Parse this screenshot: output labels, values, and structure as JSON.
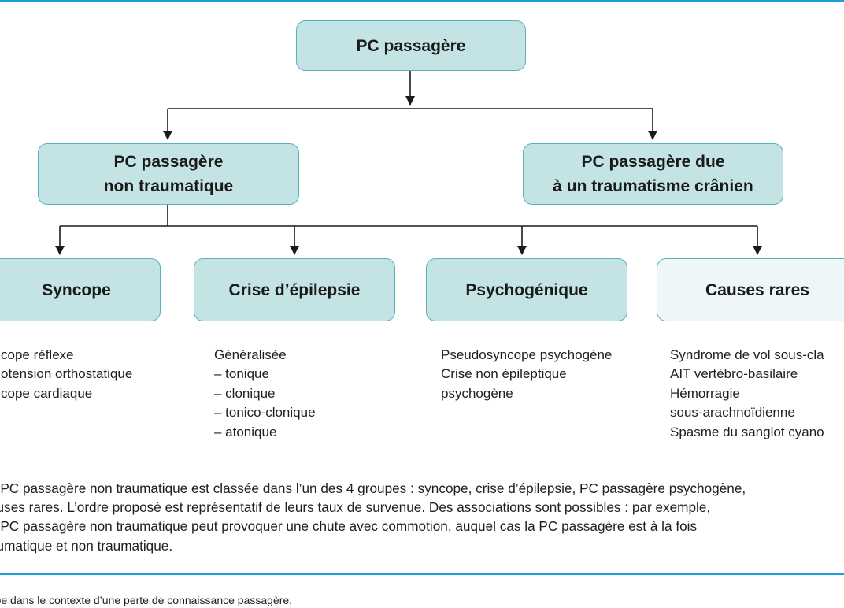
{
  "diagram": {
    "root": {
      "label": "PC passagère"
    },
    "level1": [
      {
        "lines": [
          "PC passagère",
          "non traumatique"
        ]
      },
      {
        "lines": [
          "PC passagère due",
          "à un traumatisme crânien"
        ]
      }
    ],
    "groups": [
      {
        "label": "Syncope",
        "items": [
          "cope réflexe",
          "otension orthostatique",
          "cope cardiaque"
        ]
      },
      {
        "label": "Crise d’épilepsie",
        "items": [
          "Généralisée",
          "– tonique",
          "– clonique",
          "– tonico-clonique",
          "– atonique"
        ]
      },
      {
        "label": "Psychogénique",
        "items": [
          "Pseudosyncope psychogène",
          "Crise non épileptique",
          "psychogène"
        ]
      },
      {
        "label": "Causes rares",
        "items": [
          "Syndrome de vol sous-cla",
          "AIT vertébro-basilaire",
          "Hémorragie",
          "sous-arachnoïdienne",
          "Spasme du sanglot cyano"
        ]
      }
    ]
  },
  "note": {
    "lines": [
      "a PC passagère non traumatique est classée dans l’un des 4 groupes : syncope, crise d’épilepsie, PC passagère psychogène,",
      "auses rares. L’ordre proposé est représentatif de leurs taux de survenue. Des associations sont possibles : par exemple,",
      "e PC passagère non traumatique peut provoquer une chute avec commotion, auquel cas la PC passagère est à la fois",
      "aumatique et non traumatique."
    ]
  },
  "caption": "ncope dans le contexte d’une perte de connaissance passagère.",
  "colors": {
    "node_fill": "#c4e3e5",
    "node_border": "#57b2be",
    "rare_fill": "#eef6f8",
    "rule": "#1aa0d6"
  }
}
